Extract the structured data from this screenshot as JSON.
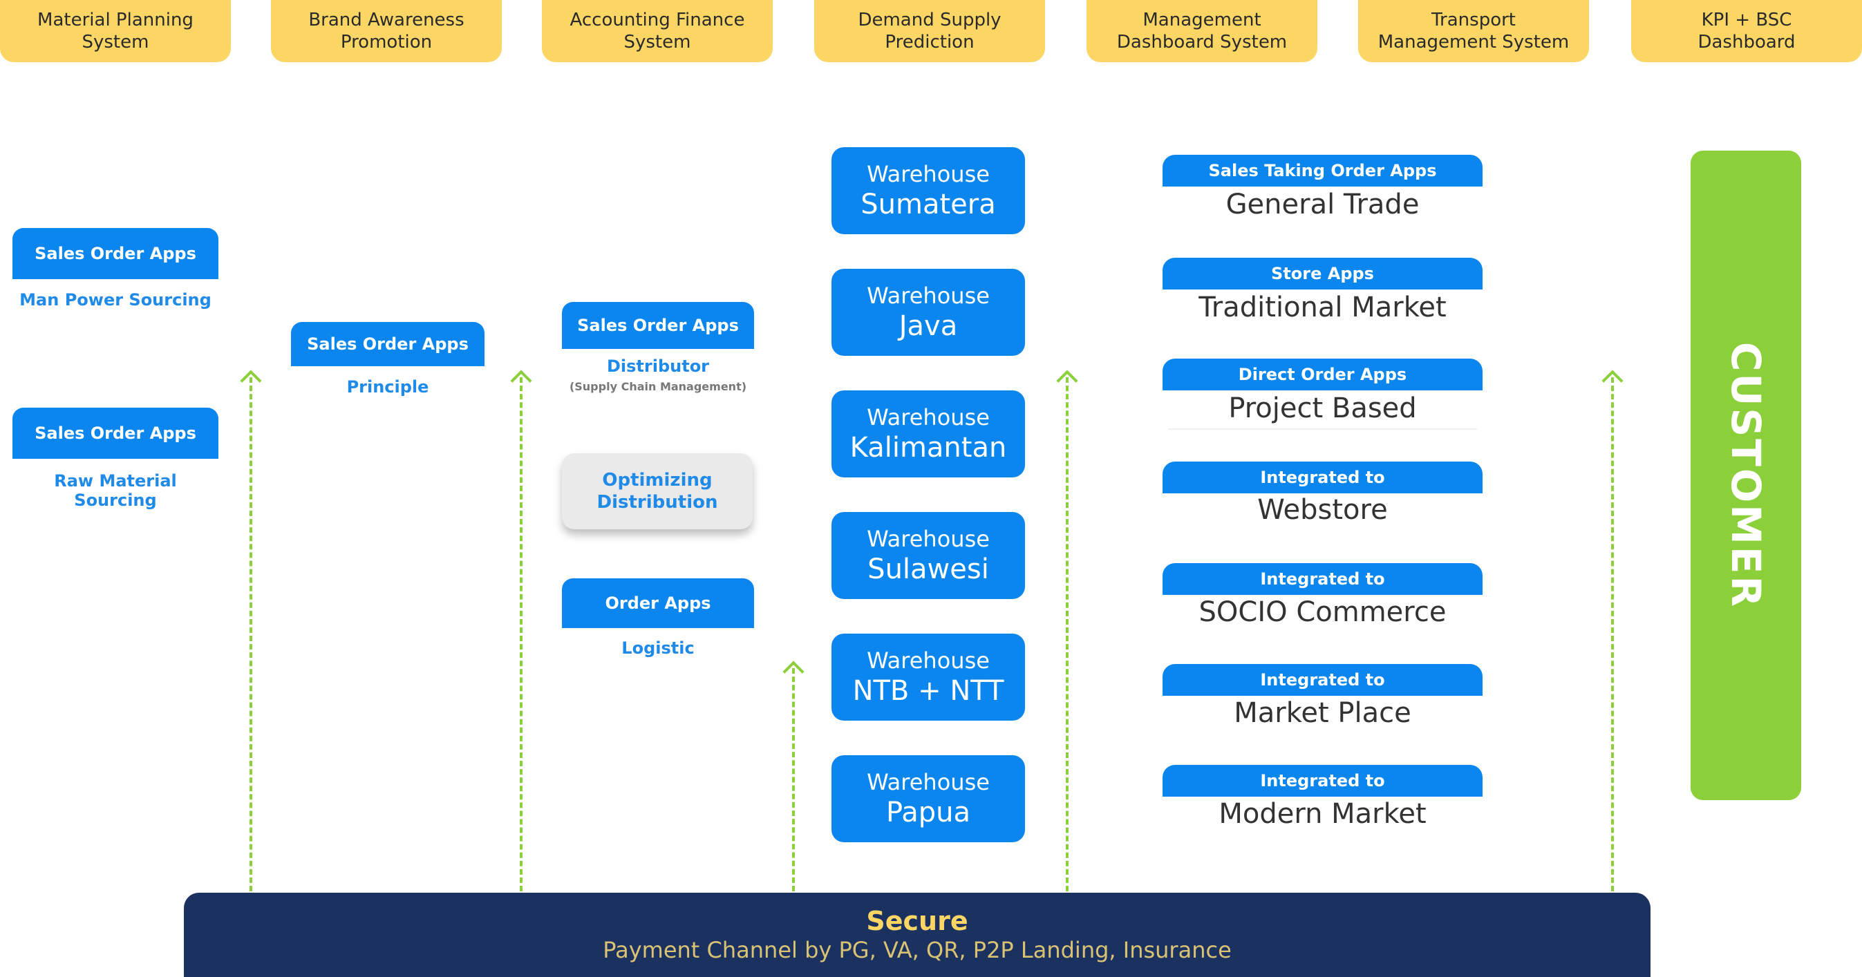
{
  "top_tabs": [
    "Material Planning\nSystem",
    "Brand Awareness\nPromotion",
    "Accounting Finance\nSystem",
    "Demand Supply\nPrediction",
    "Management\nDashboard System",
    "Transport\nManagement System",
    "KPI + BSC\nDashboard"
  ],
  "sourcing": {
    "man_power": {
      "app": "Sales Order Apps",
      "caption": "Man Power Sourcing"
    },
    "raw_material": {
      "app": "Sales Order Apps",
      "caption": "Raw Material Sourcing"
    }
  },
  "principle": {
    "app": "Sales Order Apps",
    "caption": "Principle"
  },
  "distributor": {
    "app": "Sales Order Apps",
    "caption": "Distributor",
    "sub": "(Supply Chain Management)"
  },
  "optimizing": {
    "line1": "Optimizing",
    "line2": "Distribution"
  },
  "logistic": {
    "app": "Order Apps",
    "caption": "Logistic"
  },
  "warehouses": [
    {
      "label": "Warehouse",
      "region": "Sumatera"
    },
    {
      "label": "Warehouse",
      "region": "Java"
    },
    {
      "label": "Warehouse",
      "region": "Kalimantan"
    },
    {
      "label": "Warehouse",
      "region": "Sulawesi"
    },
    {
      "label": "Warehouse",
      "region": "NTB + NTT"
    },
    {
      "label": "Warehouse",
      "region": "Papua"
    }
  ],
  "channels": [
    {
      "app": "Sales Taking Order Apps",
      "title": "General Trade"
    },
    {
      "app": "Store Apps",
      "title": "Traditional Market"
    },
    {
      "app": "Direct Order Apps",
      "title": "Project Based"
    },
    {
      "app": "Integrated to",
      "title": "Webstore"
    },
    {
      "app": "Integrated to",
      "title": "SOCIO Commerce"
    },
    {
      "app": "Integrated to",
      "title": "Market Place"
    },
    {
      "app": "Integrated to",
      "title": "Modern Market"
    }
  ],
  "customer": "CUSTOMER",
  "secure": {
    "title": "Secure",
    "subtitle": "Payment Channel by PG, VA, QR, P2P Landing, Insurance"
  },
  "colors": {
    "yellow": "#fbd665",
    "blue": "#0b86ee",
    "green": "#8bcf3b",
    "navy": "#1b3260"
  }
}
